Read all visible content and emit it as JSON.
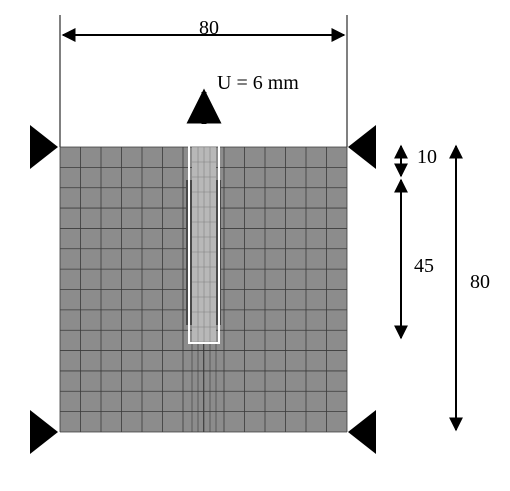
{
  "labels": {
    "width_top": "80",
    "displacement": "U = 6 mm",
    "dim_10": "10",
    "dim_45": "45",
    "dim_80_right": "80"
  },
  "colors": {
    "mesh_fill": "#8c8c8c",
    "mesh_lines": "#3a3a3a",
    "crack_dark": "#4a4a4a",
    "crack_light": "#b8b8b8",
    "crack_outline": "#ffffff",
    "ink": "#000000"
  }
}
